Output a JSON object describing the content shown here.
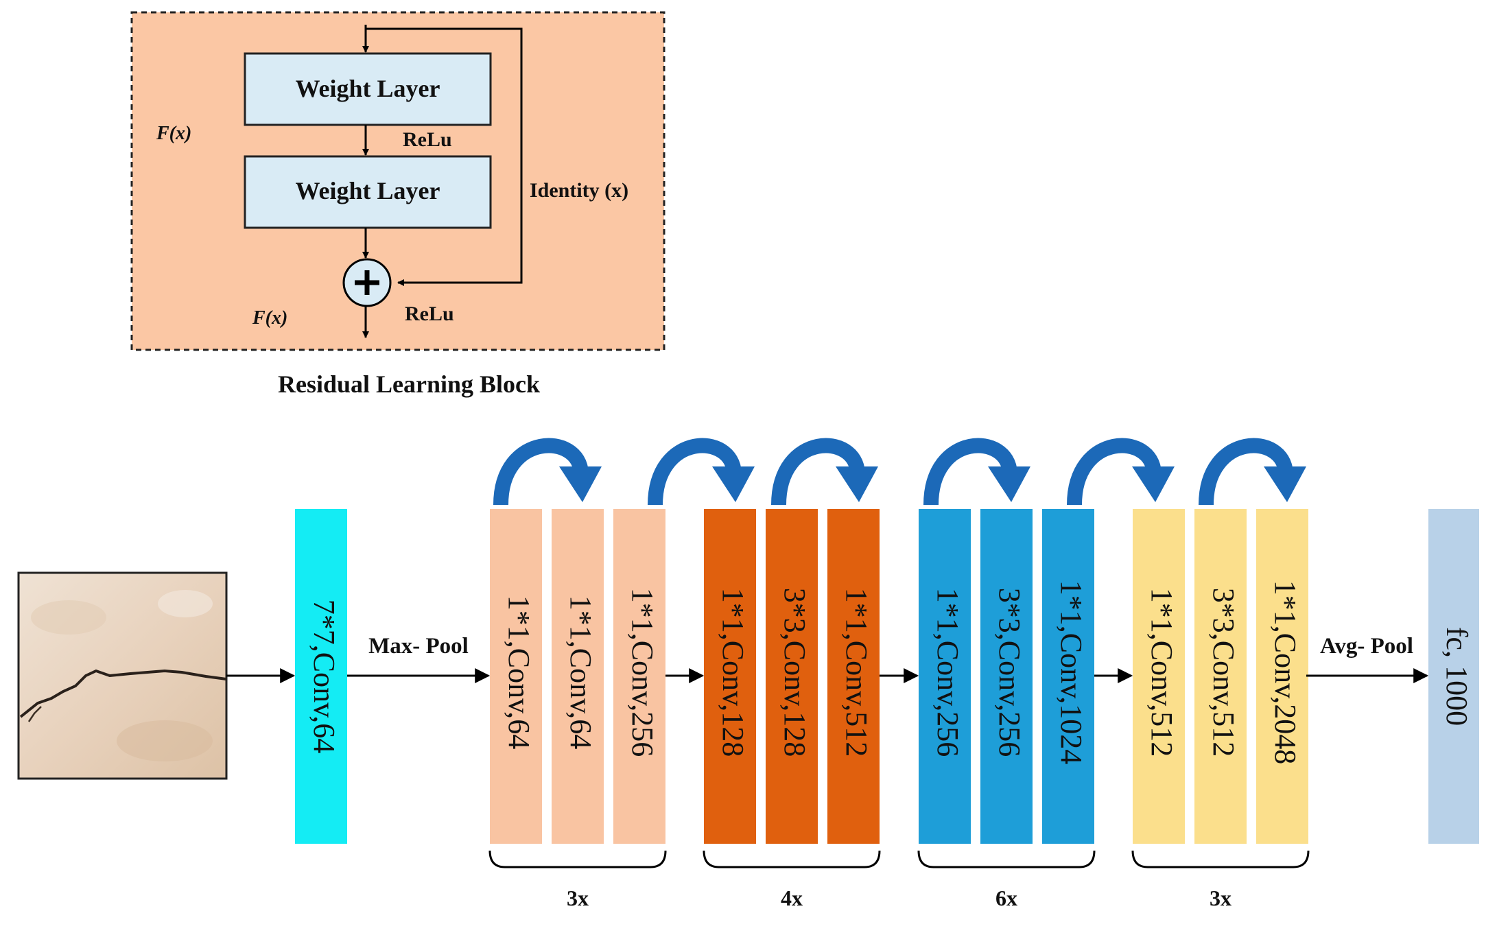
{
  "residual_block": {
    "weight_layer_1": "Weight Layer",
    "weight_layer_2": "Weight Layer",
    "relu_1": "ReLu",
    "relu_2": "ReLu",
    "fx_1": "F(x)",
    "fx_2": "F(x)",
    "identity": "Identity (x)",
    "caption": "Residual Learning Block"
  },
  "network": {
    "first_conv": "7*7,Conv,64",
    "max_pool": "Max- Pool",
    "avg_pool": "Avg- Pool",
    "fc": "fc, 1000",
    "stages": [
      {
        "repeat": "3x",
        "color": "#F9C4A2",
        "layers": [
          "1*1,Conv,64",
          "1*1,Conv,64",
          "1*1,Conv,256"
        ]
      },
      {
        "repeat": "4x",
        "color": "#E0600E",
        "layers": [
          "1*1,Conv,128",
          "3*3,Conv,128",
          "1*1,Conv,512"
        ]
      },
      {
        "repeat": "6x",
        "color": "#1E9ED8",
        "layers": [
          "1*1,Conv,256",
          "3*3,Conv,256",
          "1*1,Conv,1024"
        ]
      },
      {
        "repeat": "3x",
        "color": "#FBDF8C",
        "layers": [
          "1*1,Conv,512",
          "3*3,Conv,512",
          "1*1,Conv,2048"
        ]
      }
    ]
  },
  "colors": {
    "block_bg": "#FBC7A4",
    "weight_layer_fill": "#D9EBF5",
    "first_conv": "#14ECF4",
    "fc": "#B8D1E8",
    "skip_arrow": "#1C69B8"
  }
}
